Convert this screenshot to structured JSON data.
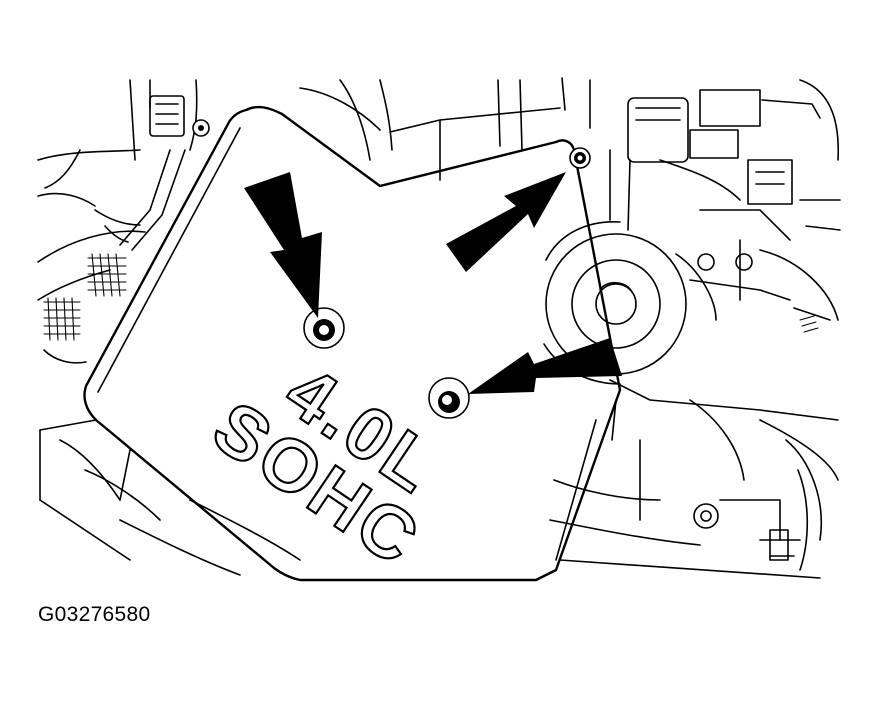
{
  "figure": {
    "id": "G03276580",
    "cover_marking_line1": "4.0L",
    "cover_marking_line2": "SOHC",
    "arrow_color": "#000000",
    "line_color": "#000000",
    "background_color": "#ffffff"
  }
}
